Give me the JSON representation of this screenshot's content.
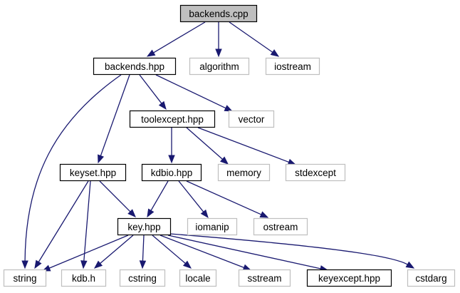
{
  "diagram": {
    "colors": {
      "edge": "#191970",
      "root_fill": "#bfbfbf",
      "root_border": "#000000",
      "local_border": "#000000",
      "system_border": "#bfbfbf",
      "text": "#000000"
    },
    "nodes": [
      {
        "id": "backends_cpp",
        "label": "backends.cpp",
        "kind": "root"
      },
      {
        "id": "backends_hpp",
        "label": "backends.hpp",
        "kind": "local"
      },
      {
        "id": "algorithm",
        "label": "algorithm",
        "kind": "system"
      },
      {
        "id": "iostream",
        "label": "iostream",
        "kind": "system"
      },
      {
        "id": "toolexcept_hpp",
        "label": "toolexcept.hpp",
        "kind": "local"
      },
      {
        "id": "vector",
        "label": "vector",
        "kind": "system"
      },
      {
        "id": "keyset_hpp",
        "label": "keyset.hpp",
        "kind": "local"
      },
      {
        "id": "kdbio_hpp",
        "label": "kdbio.hpp",
        "kind": "local"
      },
      {
        "id": "memory",
        "label": "memory",
        "kind": "system"
      },
      {
        "id": "stdexcept",
        "label": "stdexcept",
        "kind": "system"
      },
      {
        "id": "key_hpp",
        "label": "key.hpp",
        "kind": "local"
      },
      {
        "id": "iomanip",
        "label": "iomanip",
        "kind": "system"
      },
      {
        "id": "ostream",
        "label": "ostream",
        "kind": "system"
      },
      {
        "id": "string",
        "label": "string",
        "kind": "system"
      },
      {
        "id": "kdb_h",
        "label": "kdb.h",
        "kind": "system"
      },
      {
        "id": "cstring",
        "label": "cstring",
        "kind": "system"
      },
      {
        "id": "locale",
        "label": "locale",
        "kind": "system"
      },
      {
        "id": "sstream",
        "label": "sstream",
        "kind": "system"
      },
      {
        "id": "keyexcept_hpp",
        "label": "keyexcept.hpp",
        "kind": "local"
      },
      {
        "id": "cstdarg",
        "label": "cstdarg",
        "kind": "system"
      }
    ],
    "edges": [
      {
        "from": "backends_cpp",
        "to": "backends_hpp"
      },
      {
        "from": "backends_cpp",
        "to": "algorithm"
      },
      {
        "from": "backends_cpp",
        "to": "iostream"
      },
      {
        "from": "backends_hpp",
        "to": "toolexcept_hpp"
      },
      {
        "from": "backends_hpp",
        "to": "vector"
      },
      {
        "from": "backends_hpp",
        "to": "keyset_hpp"
      },
      {
        "from": "backends_hpp",
        "to": "string"
      },
      {
        "from": "toolexcept_hpp",
        "to": "kdbio_hpp"
      },
      {
        "from": "toolexcept_hpp",
        "to": "memory"
      },
      {
        "from": "toolexcept_hpp",
        "to": "stdexcept"
      },
      {
        "from": "keyset_hpp",
        "to": "key_hpp"
      },
      {
        "from": "keyset_hpp",
        "to": "string"
      },
      {
        "from": "keyset_hpp",
        "to": "kdb_h"
      },
      {
        "from": "kdbio_hpp",
        "to": "key_hpp"
      },
      {
        "from": "kdbio_hpp",
        "to": "iomanip"
      },
      {
        "from": "kdbio_hpp",
        "to": "ostream"
      },
      {
        "from": "key_hpp",
        "to": "string"
      },
      {
        "from": "key_hpp",
        "to": "kdb_h"
      },
      {
        "from": "key_hpp",
        "to": "cstring"
      },
      {
        "from": "key_hpp",
        "to": "locale"
      },
      {
        "from": "key_hpp",
        "to": "sstream"
      },
      {
        "from": "key_hpp",
        "to": "keyexcept_hpp"
      },
      {
        "from": "key_hpp",
        "to": "cstdarg"
      }
    ]
  }
}
